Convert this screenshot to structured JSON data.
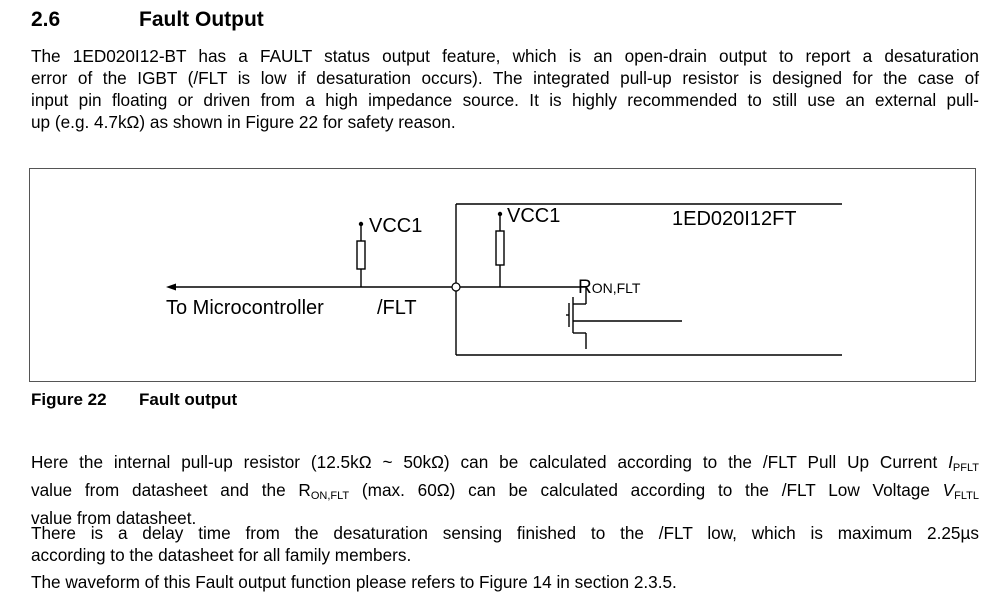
{
  "section": {
    "number": "2.6",
    "title": "Fault Output"
  },
  "intro_lines": [
    "The 1ED020I12-BT has a FAULT status output feature, which is an open-drain output to report a desaturation",
    "error of the IGBT (/FLT is low if desaturation occurs). The integrated pull-up resistor is designed for the case of",
    "input pin floating or driven from a high impedance source. It is highly recommended to still use an external pull-",
    "up (e.g. 4.7kΩ) as shown in Figure 22 for safety reason."
  ],
  "figure": {
    "labels": {
      "vcc1_external": "VCC1",
      "vcc1_internal": "VCC1",
      "chip_name": "1ED020I12FT",
      "r_on": "R",
      "r_on_sub": "ON,FLT",
      "to_mcu": "To Microcontroller",
      "flt": "/FLT"
    },
    "caption_number": "Figure 22",
    "caption_title": "Fault output"
  },
  "body": {
    "p1_line1_a": "Here the internal pull-up resistor (12.5kΩ ~ 50kΩ) can be calculated according to the /FLT Pull Up Current ",
    "p1_line1_i": "I",
    "p1_line1_sub": "PFLT",
    "p1_line2_a": "value from datasheet and the R",
    "p1_line2_sub": "ON,FLT",
    "p1_line2_b": " (max. 60Ω) can be calculated according to the /FLT Low Voltage ",
    "p1_line2_v": "V",
    "p1_line2_vsub": "FLTL",
    "p1_line3": "value from datasheet.",
    "p2_line1": "There is a delay time from the desaturation sensing finished to the /FLT low, which is maximum 2.25µs",
    "p2_line2": "according to the datasheet for all family members.",
    "p3": "The waveform of this Fault output function please refers to Figure 14 in section 2.3.5."
  }
}
